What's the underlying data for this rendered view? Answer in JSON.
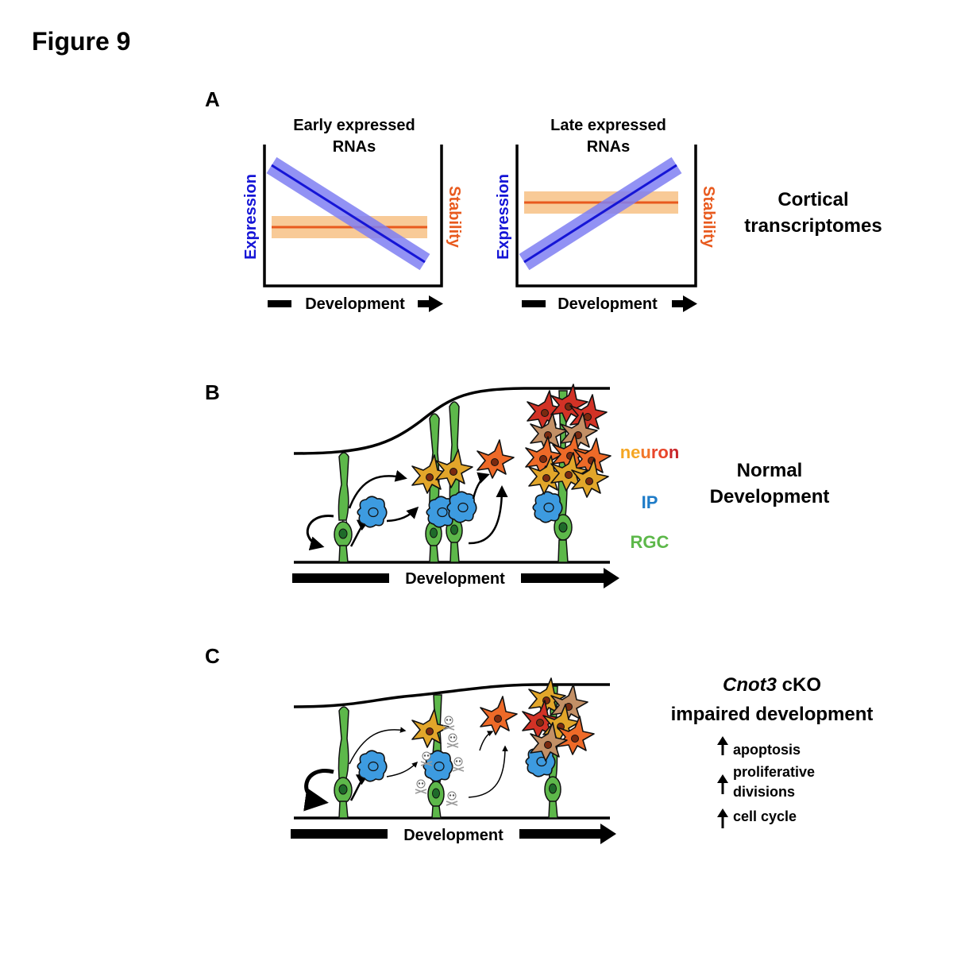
{
  "figure_label": "Figure 9",
  "panels": {
    "a": {
      "label": "A",
      "side_text": [
        "Cortical",
        "transcriptomes"
      ],
      "left_chart": {
        "title": [
          "Early expressed",
          "RNAs"
        ],
        "y_left_label": "Expression",
        "y_right_label": "Stability",
        "x_label": "Development",
        "expression_trend": "decreasing",
        "stability_trend": "flat"
      },
      "right_chart": {
        "title": [
          "Late expressed",
          "RNAs"
        ],
        "y_left_label": "Expression",
        "y_right_label": "Stability",
        "x_label": "Development",
        "expression_trend": "increasing",
        "stability_trend": "flat"
      }
    },
    "b": {
      "label": "B",
      "axis_label": "Development",
      "legend": {
        "neuron_parts": [
          "ne",
          "u",
          "ro",
          "n"
        ],
        "ip": "IP",
        "rgc": "RGC"
      },
      "side_text": [
        "Normal",
        "Development"
      ]
    },
    "c": {
      "label": "C",
      "axis_label": "Development",
      "title_italic": "Cnot3",
      "title_rest": " cKO",
      "title_line2": "impaired development",
      "effects": [
        "apoptosis",
        "proliferative",
        "divisions",
        "cell cycle"
      ]
    }
  },
  "colors": {
    "expression": "#1515d6",
    "expression_band": "#8585f0",
    "stability": "#e85a1e",
    "stability_band": "#f7c48c",
    "rgc": "#5db84a",
    "rgc_nucleus": "#1f6b2a",
    "ip": "#3d9be0",
    "ip_nucleus": "#1d5fa0",
    "neuron_yellow": "#e2a62a",
    "neuron_orange": "#ee6a28",
    "neuron_red": "#d23226",
    "neuron_tan": "#c39066",
    "legend_ne": "#f5a623",
    "legend_u": "#f2762a",
    "legend_ro": "#e8452a",
    "legend_n": "#c8262a",
    "ip_label": "#1f7cc8",
    "rgc_label": "#5db84a"
  },
  "icons": [
    "skull-icon",
    "up-arrow-icon",
    "curved-arrow-icon"
  ]
}
